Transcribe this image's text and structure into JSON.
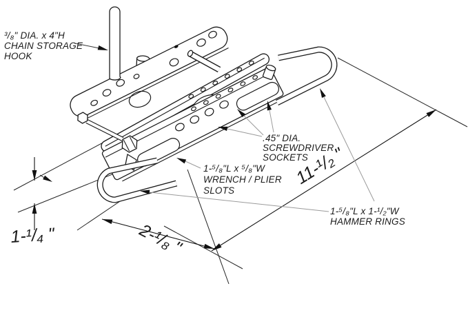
{
  "figure": {
    "background": "#ffffff",
    "line_color": "#1a1a1a",
    "leader_color": "#9a9a9a",
    "title": "Tool holder isometric drawing"
  },
  "labels": {
    "chain_hook": {
      "lines": [
        "³/₈\" DIA. x 4\"H",
        "CHAIN STORAGE",
        "HOOK"
      ]
    },
    "sockets": {
      "lines": [
        ".45\" DIA.",
        "SCREWDRIVER",
        "SOCKETS"
      ]
    },
    "slots": {
      "lines": [
        "1-⁵/₈\"L x ⁵/₈\"W",
        "WRENCH / PLIER",
        "SLOTS"
      ]
    },
    "rings": {
      "lines": [
        "1-⁵/₈\"L x 1-¹/₂\"W",
        "HAMMER RINGS"
      ]
    }
  },
  "dimensions": {
    "overall_length": "11-¹/₂ \"",
    "ring_offset": "2-¹/₈ \"",
    "height_offset": "1-¹/₄ \""
  }
}
